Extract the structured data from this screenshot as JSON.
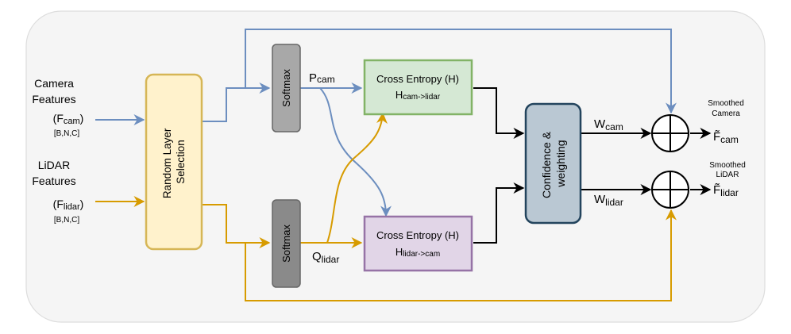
{
  "inputs": {
    "camera": {
      "line1": "Camera",
      "line2": "Features",
      "symbol": "(F",
      "sub": "cam",
      "close": ")",
      "shape": "[B,N,C]"
    },
    "lidar": {
      "line1": "LiDAR",
      "line2": "Features",
      "symbol": "(F",
      "sub": "lidar",
      "close": ")",
      "shape": "[B,N,C]"
    }
  },
  "random_layer": {
    "line1": "Random Layer",
    "line2": "Selection"
  },
  "softmax_top": {
    "label": "Softmax"
  },
  "softmax_bottom": {
    "label": "Softmax"
  },
  "p_cam": {
    "main": "P",
    "sub": "cam"
  },
  "q_lidar": {
    "main": "Q",
    "sub": "lidar"
  },
  "ce_top": {
    "title": "Cross Entropy (H)",
    "main": "H",
    "sub": "cam->lidar"
  },
  "ce_bottom": {
    "title": "Cross Entropy (H)",
    "main": "H",
    "sub": "lidar->cam"
  },
  "confidence": {
    "line1": "Confidence &",
    "line2": "weighting"
  },
  "w_cam": {
    "main": "W",
    "sub": "cam"
  },
  "w_lidar": {
    "main": "W",
    "sub": "lidar"
  },
  "out_cam": {
    "line1": "Smoothed",
    "line2": "Camera",
    "main": "F̃",
    "sub": "cam"
  },
  "out_lidar": {
    "line1": "Smoothed",
    "line2": "LiDAR",
    "main": "F̃",
    "sub": "lidar"
  },
  "colors": {
    "camera_line": "#6c8ebf",
    "lidar_line": "#d79b00",
    "black_line": "#000000",
    "panel_bg": "#f5f5f5",
    "panel_border": "#dddddd",
    "random_fill": "#fff2cc",
    "random_stroke": "#d6b656",
    "softmax_top_fill": "#a8a8a8",
    "softmax_bottom_fill": "#8a8a8a",
    "softmax_stroke": "#666666",
    "ce_top_fill": "#d5e8d4",
    "ce_top_stroke": "#82b366",
    "ce_bottom_fill": "#e1d5e7",
    "ce_bottom_stroke": "#9673a6",
    "confidence_fill": "#bac8d3",
    "confidence_stroke": "#23445d"
  }
}
